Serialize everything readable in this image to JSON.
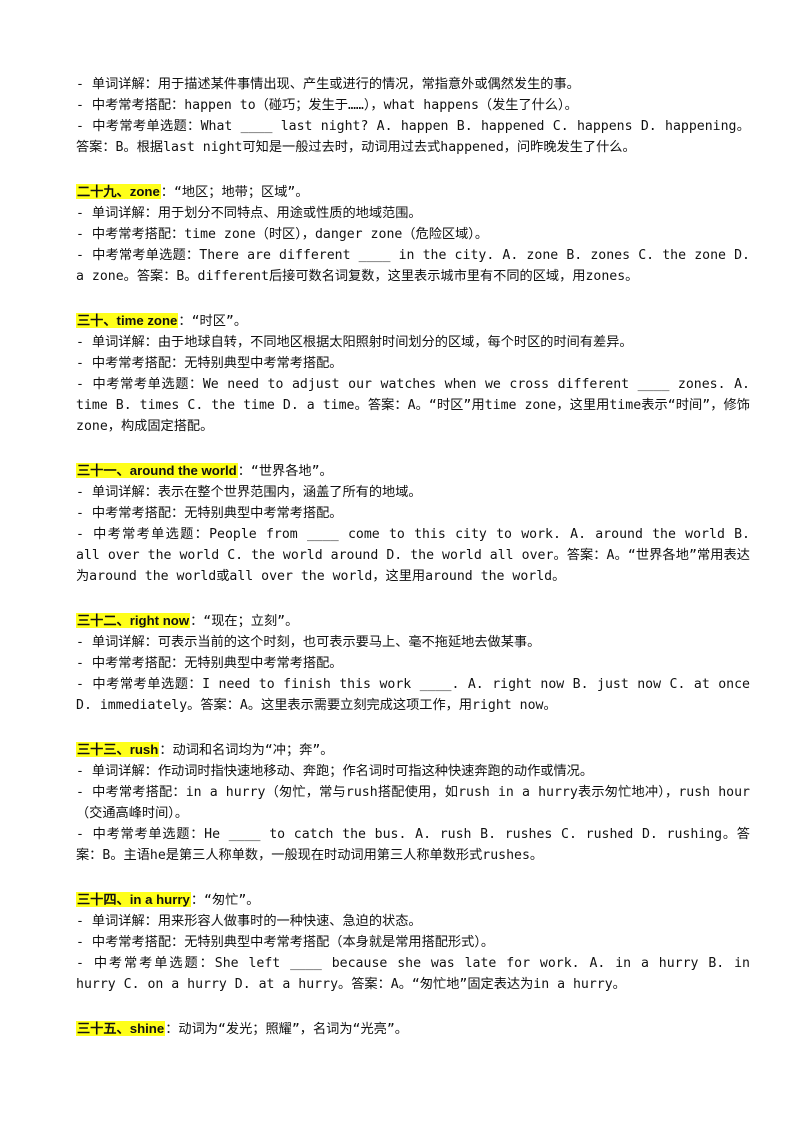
{
  "document": {
    "blocks": [
      {
        "lines": [
          "- 单词详解：用于描述某件事情出现、产生或进行的情况，常指意外或偶然发生的事。",
          "- 中考常考搭配：happen to（碰巧；发生于……），what happens（发生了什么）。",
          "- 中考常考单选题：What ____ last night? A. happen  B. happened  C. happens  D. happening。答案：B。根据last night可知是一般过去时，动词用过去式happened，问昨晚发生了什么。"
        ]
      },
      {
        "heading": "二十九、zone",
        "meaning": "：“地区；地带；区域”。",
        "lines": [
          "- 单词详解：用于划分不同特点、用途或性质的地域范围。",
          "- 中考常考搭配：time zone（时区），danger zone（危险区域）。",
          "- 中考常考单选题：There are different ____ in the city. A. zone  B. zones  C. the zone  D. a zone。答案：B。different后接可数名词复数，这里表示城市里有不同的区域，用zones。"
        ]
      },
      {
        "heading": "三十、time zone",
        "meaning": "：“时区”。",
        "lines": [
          "- 单词详解：由于地球自转，不同地区根据太阳照射时间划分的区域，每个时区的时间有差异。",
          "- 中考常考搭配：无特别典型中考常考搭配。",
          "- 中考常考单选题：We need to adjust our watches when we cross different ____ zones. A. time  B. times  C. the time  D. a time。答案：A。“时区”用time zone，这里用time表示“时间”，修饰zone，构成固定搭配。"
        ]
      },
      {
        "heading": "三十一、around the world",
        "meaning": "：“世界各地”。",
        "lines": [
          "- 单词详解：表示在整个世界范围内，涵盖了所有的地域。",
          "- 中考常考搭配：无特别典型中考常考搭配。",
          "- 中考常考单选题：People from ____ come to this city to work. A. around the world  B. all over the world  C. the world around  D. the world all over。答案：A。“世界各地”常用表达为around the world或all over the world，这里用around the world。"
        ]
      },
      {
        "heading": "三十二、right now",
        "meaning": "：“现在；立刻”。",
        "lines": [
          "- 单词详解：可表示当前的这个时刻，也可表示要马上、毫不拖延地去做某事。",
          "- 中考常考搭配：无特别典型中考常考搭配。",
          "- 中考常考单选题：I need to finish this work ____. A. right now  B. just now  C. at once  D. immediately。答案：A。这里表示需要立刻完成这项工作，用right now。"
        ]
      },
      {
        "heading": "三十三、rush",
        "meaning": "：动词和名词均为“冲；奔”。",
        "lines": [
          "- 单词详解：作动词时指快速地移动、奔跑；作名词时可指这种快速奔跑的动作或情况。",
          "- 中考常考搭配：in a hurry（匆忙，常与rush搭配使用，如rush in a hurry表示匆忙地冲），rush hour（交通高峰时间）。",
          "- 中考常考单选题：He ____ to catch the bus. A. rush  B. rushes  C. rushed  D. rushing。答案：B。主语he是第三人称单数，一般现在时动词用第三人称单数形式rushes。"
        ]
      },
      {
        "heading": "三十四、in a hurry",
        "meaning": "：“匆忙”。",
        "lines": [
          "- 单词详解：用来形容人做事时的一种快速、急迫的状态。",
          "- 中考常考搭配：无特别典型中考常考搭配（本身就是常用搭配形式）。",
          "- 中考常考单选题：She left ____ because she was late for work. A. in a hurry  B. in hurry  C. on a hurry  D. at a hurry。答案：A。“匆忙地”固定表达为in a hurry。"
        ]
      },
      {
        "heading": "三十五、shine",
        "meaning": "：动词为“发光；照耀”，名词为“光亮”。",
        "lines": []
      }
    ]
  }
}
